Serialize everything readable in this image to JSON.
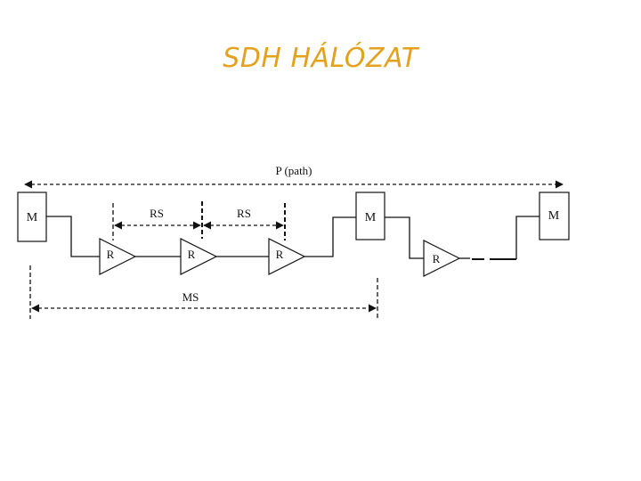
{
  "slide": {
    "title": "SDH HÁLÓZAT"
  },
  "diagram": {
    "path_label": "P (path)",
    "rs_label_1": "RS",
    "rs_label_2": "RS",
    "ms_label": "MS",
    "mux_1": "M",
    "mux_2": "M",
    "mux_3": "M",
    "regen_1": "R",
    "regen_2": "R",
    "regen_3": "R",
    "regen_4": "R",
    "colors": {
      "title": "#e3a11d",
      "line": "#111111"
    }
  }
}
